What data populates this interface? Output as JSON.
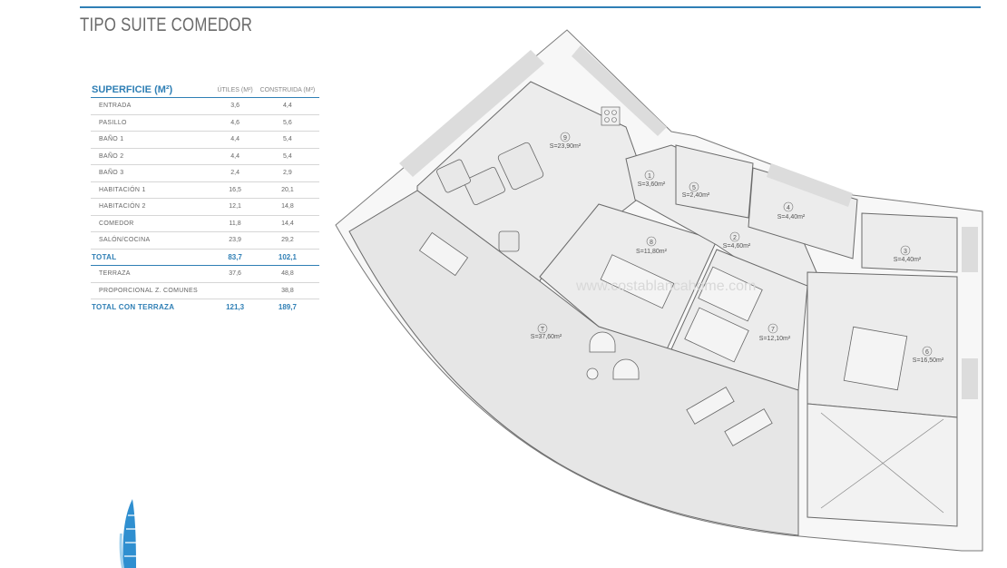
{
  "page": {
    "title": "TIPO SUITE COMEDOR"
  },
  "table": {
    "header": {
      "label": "SUPERFICIE (M²)",
      "useful": "ÚTILES (M²)",
      "built": "CONSTRUIDA (M²)"
    },
    "rows": [
      {
        "label": "ENTRADA",
        "useful": "3,6",
        "built": "4,4"
      },
      {
        "label": "PASILLO",
        "useful": "4,6",
        "built": "5,6"
      },
      {
        "label": "BAÑO 1",
        "useful": "4,4",
        "built": "5,4"
      },
      {
        "label": "BAÑO 2",
        "useful": "4,4",
        "built": "5,4"
      },
      {
        "label": "BAÑO 3",
        "useful": "2,4",
        "built": "2,9"
      },
      {
        "label": "HABITACIÓN 1",
        "useful": "16,5",
        "built": "20,1"
      },
      {
        "label": "HABITACIÓN 2",
        "useful": "12,1",
        "built": "14,8"
      },
      {
        "label": "COMEDOR",
        "useful": "11,8",
        "built": "14,4"
      },
      {
        "label": "SALÓN/COCINA",
        "useful": "23,9",
        "built": "29,2"
      }
    ],
    "total": {
      "label": "TOTAL",
      "useful": "83,7",
      "built": "102,1"
    },
    "extra_rows": [
      {
        "label": "TERRAZA",
        "useful": "37,6",
        "built": "48,8"
      },
      {
        "label": "PROPORCIONAL Z. COMUNES",
        "useful": "",
        "built": "38,8"
      }
    ],
    "grand_total": {
      "label": "TOTAL CON TERRAZA",
      "useful": "121,3",
      "built": "189,7"
    }
  },
  "plan": {
    "watermark": "www.costablancahome.com",
    "rooms": [
      {
        "num": "9",
        "area": "S=23,90m²"
      },
      {
        "num": "1",
        "area": "S=3,60m²"
      },
      {
        "num": "5",
        "area": "S=2,40m²"
      },
      {
        "num": "4",
        "area": "S=4,40m²"
      },
      {
        "num": "2",
        "area": "S=4,60m²"
      },
      {
        "num": "3",
        "area": "S=4,40m²"
      },
      {
        "num": "8",
        "area": "S=11,80m²"
      },
      {
        "num": "7",
        "area": "S=12,10m²"
      },
      {
        "num": "6",
        "area": "S=16,50m²"
      },
      {
        "num": "T",
        "area": "S=37,60m²"
      }
    ]
  },
  "colors": {
    "accent": "#2f7fb5",
    "floor": "#ececec",
    "wall": "#555555",
    "glass": "#dcdcdc"
  }
}
